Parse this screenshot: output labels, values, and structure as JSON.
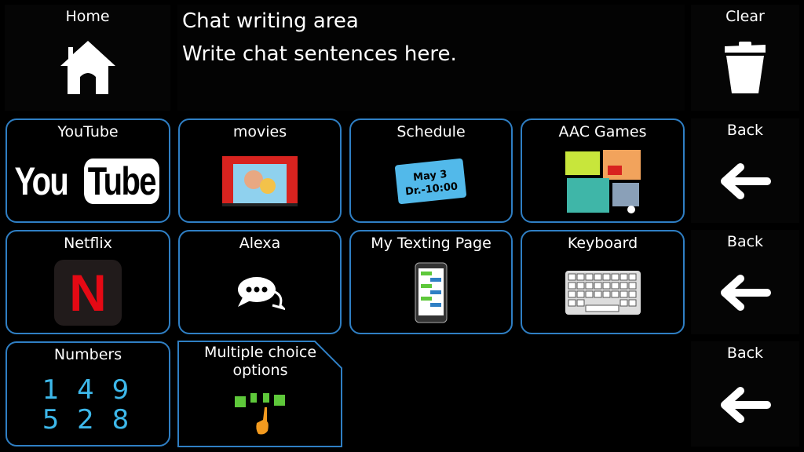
{
  "top": {
    "home": "Home",
    "clear": "Clear"
  },
  "chat": {
    "title": "Chat writing area",
    "placeholder": "Write chat sentences here."
  },
  "tiles": {
    "youtube": "YouTube",
    "youtube_logo_you": "You",
    "youtube_logo_tube": "Tube",
    "movies": "movies",
    "schedule": "Schedule",
    "schedule_line1": "May 3",
    "schedule_line2": "Dr.-10:00",
    "aac_games": "AAC Games",
    "netflix": "Netflix",
    "netflix_logo": "N",
    "alexa": "Alexa",
    "my_texting_page": "My Texting Page",
    "keyboard": "Keyboard",
    "numbers": "Numbers",
    "numbers_row1": "1 4 9",
    "numbers_row2": "5 2 8",
    "multiple_choice": "Multiple choice options"
  },
  "side": {
    "back1": "Back",
    "back2": "Back",
    "back3": "Back"
  },
  "colors": {
    "border": "#2f7fc4",
    "numbers": "#3db8ea",
    "green": "#5ec83a",
    "orange": "#f29a1f"
  }
}
